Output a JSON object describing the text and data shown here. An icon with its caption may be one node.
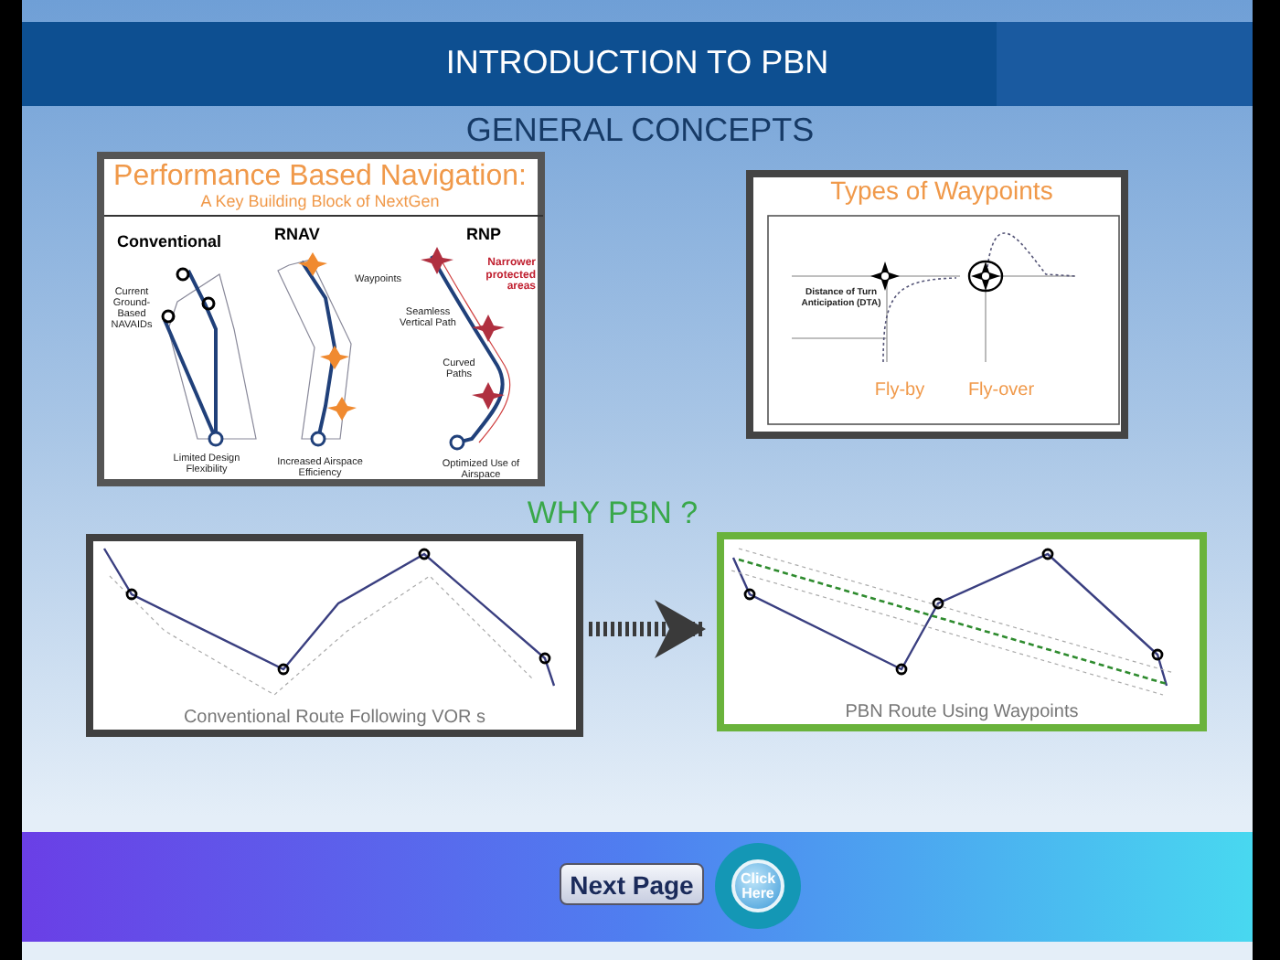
{
  "diagram": {
    "title": "INTRODUCTION TO PBN",
    "nodes": [
      {
        "text": [
          "Conventional Route Following VOR s"
        ]
      },
      {
        "text": [
          "PBN Route Using Waypoints"
        ]
      }
    ],
    "edges": [
      {
        "from": 0,
        "to": 1,
        "arrow": "to",
        "style": "dashed"
      }
    ],
    "labels": [
      "GENERAL CONCEPTS",
      "Performance Based Navigation:",
      "A Key Building Block of NextGen",
      "Conventional",
      "RNAV",
      "RNP",
      "Current Ground-Based NAVAIDs",
      "Waypoints",
      "Narrower protected areas",
      "Seamless Vertical Path",
      "Curved Paths",
      "Limited Design Flexibility",
      "Increased Airspace Efficiency",
      "Optimized Use of Airspace",
      "Types of Waypoints",
      "Distance of Turn Anticipation (DTA)",
      "Fly-by",
      "Fly-over",
      "WHY PBN ?",
      "Next Page",
      "Click Here"
    ]
  }
}
